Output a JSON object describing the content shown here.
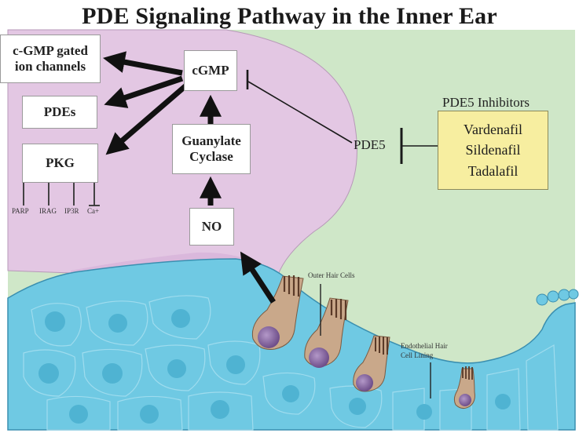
{
  "title": "PDE Signaling Pathway in the Inner Ear",
  "nodes": {
    "cgmp_gated": [
      "c-GMP gated",
      "ion channels"
    ],
    "pdes": "PDEs",
    "pkg": "PKG",
    "cgmp": "cGMP",
    "guanylate_cyclase": [
      "Guanylate",
      "Cyclase"
    ],
    "no": "NO",
    "pde5": "PDE5"
  },
  "pkg_targets": [
    "PARP",
    "IRAG",
    "IP3R",
    "Ca+"
  ],
  "inhibitors": {
    "heading": "PDE5 Inhibitors",
    "drugs": [
      "Vardenafil",
      "Sildenafil",
      "Tadalafil"
    ]
  },
  "cell_labels": {
    "outer_hair_cells": "Outer Hair Cells",
    "endothelial": [
      "Endothelial Hair",
      "Cell Lining"
    ]
  },
  "colors": {
    "background_green": "#cfe7c8",
    "cell_purple": "#e3c7e3",
    "tissue_blue": "#6fc9e3",
    "inhibitor_yellow": "#f7eea0"
  }
}
